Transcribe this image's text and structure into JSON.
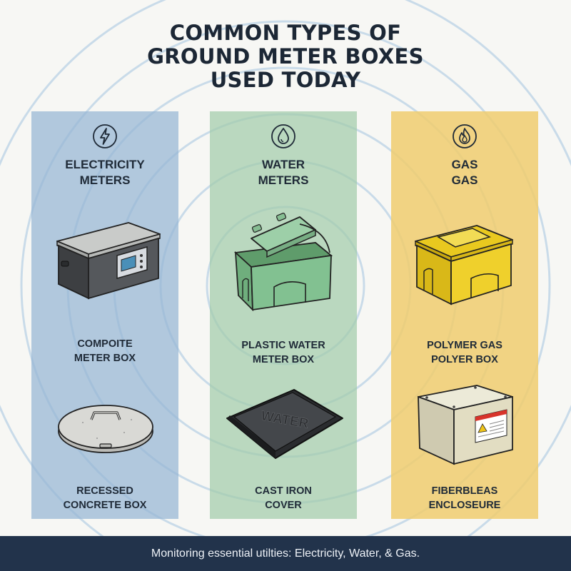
{
  "title": {
    "line1": "COMMON TYPES OF",
    "line2": "GROUND METER BOXES",
    "line3": "USED TODAY"
  },
  "colors": {
    "electricity_panel": "#96b6d4",
    "water_panel": "#a2ccaa",
    "gas_panel": "#f0cd6e",
    "footer_bg": "#22334b"
  },
  "columns": [
    {
      "icon": "lightning-bolt-icon",
      "heading_line1": "ELECTRICITY",
      "heading_line2": "METERS",
      "item1_line1": "COMPOITE",
      "item1_line2": "METER BOX",
      "item2_line1": "RECESSED",
      "item2_line2": "CONCRETE BOX"
    },
    {
      "icon": "water-drop-icon",
      "heading_line1": "WATER",
      "heading_line2": "METERS",
      "item1_line1": "PLASTIC WATER",
      "item1_line2": "METER BOX",
      "cover_text": "WATER",
      "item2_line1": "CAST IRON",
      "item2_line2": "COVER"
    },
    {
      "icon": "flame-icon",
      "heading_line1": "GAS",
      "heading_line2": "GAS",
      "item1_line1": "POLYMER GAS",
      "item1_line2": "POLYER BOX",
      "item2_line1": "FIBERBLEAS",
      "item2_line2": "ENCLOSEURE"
    }
  ],
  "footer": {
    "text": "Monitoring essential utilties: Electricity, Water, & Gas."
  }
}
